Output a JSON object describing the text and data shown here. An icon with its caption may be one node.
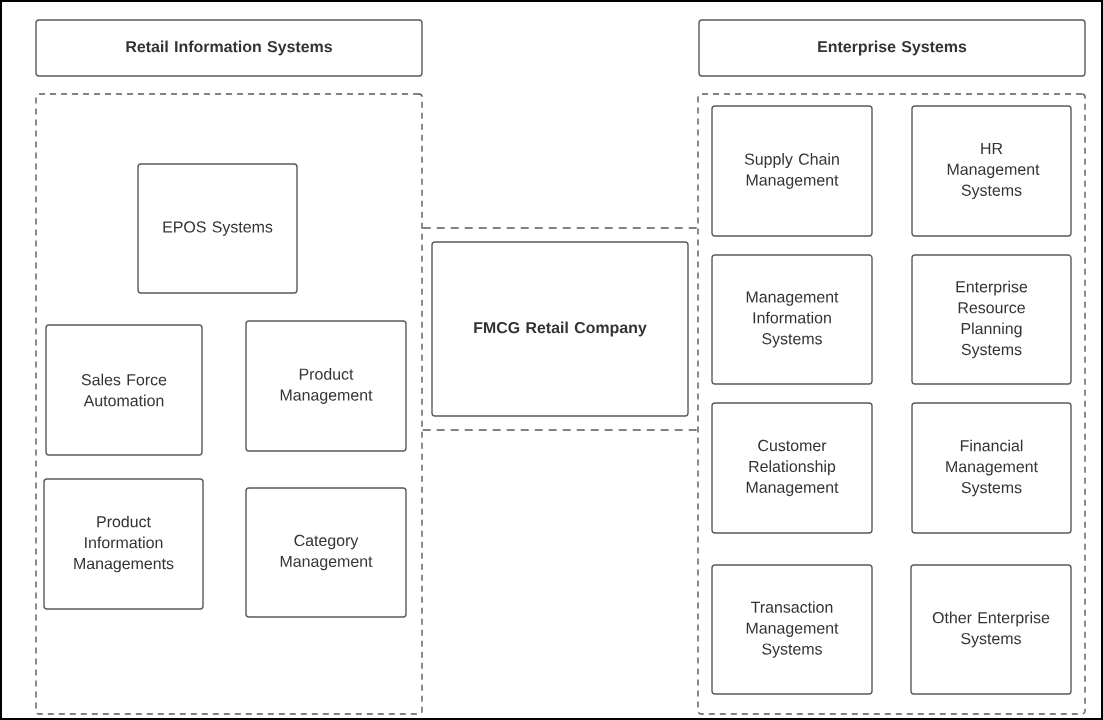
{
  "diagram": {
    "nodes": [
      {
        "text": [
          "Retail Information Systems"
        ]
      },
      {
        "text": [],
        "shape": "box"
      },
      {
        "text": [
          "EPOS Systems"
        ],
        "in": 1
      },
      {
        "text": [
          "Sales Force Automation"
        ],
        "in": 1
      },
      {
        "text": [
          "Product Management"
        ],
        "in": 1
      },
      {
        "text": [
          "Product Information Managements"
        ],
        "in": 1
      },
      {
        "text": [
          "Category Management"
        ],
        "in": 1
      },
      {
        "text": [
          "FMCG Retail Company"
        ]
      },
      {
        "text": [
          "Enterprise Systems"
        ]
      },
      {
        "text": [],
        "shape": "box"
      },
      {
        "text": [
          "Supply Chain Management"
        ],
        "in": 9
      },
      {
        "text": [
          "HR Management Systems"
        ],
        "in": 9
      },
      {
        "text": [
          "Management Information Systems"
        ],
        "in": 9
      },
      {
        "text": [
          "Enterprise Resource Planning Systems"
        ],
        "in": 9
      },
      {
        "text": [
          "Customer Relationship Management"
        ],
        "in": 9
      },
      {
        "text": [
          "Financial Management Systems"
        ],
        "in": 9
      },
      {
        "text": [
          "Transaction Management Systems"
        ],
        "in": 9
      },
      {
        "text": [
          "Other Enterprise Systems"
        ],
        "in": 9
      }
    ],
    "edges": [
      {
        "from": 1,
        "to": 9,
        "arrow": "none",
        "style": "dashed"
      },
      {
        "from": 1,
        "to": 9,
        "arrow": "none",
        "style": "dashed"
      }
    ]
  }
}
